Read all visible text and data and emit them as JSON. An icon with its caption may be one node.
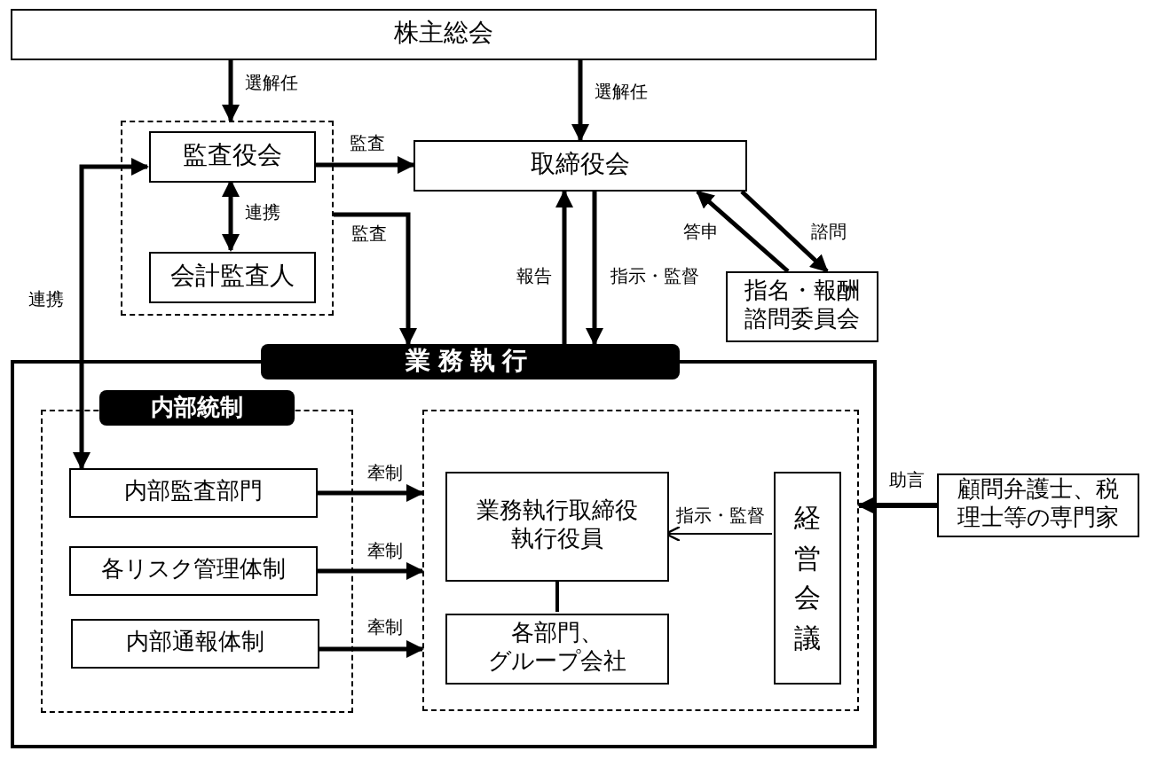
{
  "diagram": {
    "nodes": [
      {
        "text": [
          "株主総会"
        ]
      },
      {
        "text": [],
        "shape": "box"
      },
      {
        "text": [
          "監査役会"
        ],
        "in": 1
      },
      {
        "text": [
          "会計監査人"
        ],
        "in": 1
      },
      {
        "text": [
          "取締役会"
        ]
      },
      {
        "text": [
          "指名・報酬諮問委員会"
        ]
      },
      {
        "text": [
          "業務執行"
        ]
      },
      {
        "text": [
          "内部統制"
        ],
        "in": 6
      },
      {
        "text": [
          "内部監査部門"
        ],
        "in": 7
      },
      {
        "text": [
          "各リスク管理体制"
        ],
        "in": 7
      },
      {
        "text": [
          "内部通報体制"
        ],
        "in": 7
      },
      {
        "text": [],
        "shape": "box",
        "in": 6
      },
      {
        "text": [
          "業務執行取締役執行役員"
        ],
        "in": 11
      },
      {
        "text": [
          "各部門、グループ会社"
        ],
        "in": 11
      },
      {
        "text": [
          "経営会議"
        ],
        "in": 11
      },
      {
        "text": [
          "顧問弁護士、税理士等の専門家"
        ]
      }
    ],
    "edges": [
      {
        "from": 0,
        "to": 1,
        "arrow": "to",
        "label": "選解任"
      },
      {
        "from": 0,
        "to": 4,
        "arrow": "to",
        "label": "選解任"
      },
      {
        "from": 2,
        "to": 4,
        "arrow": "to",
        "label": "監査"
      },
      {
        "from": 2,
        "to": 3,
        "arrow": "both",
        "label": "連携"
      },
      {
        "from": 1,
        "to": 6,
        "arrow": "to",
        "label": "監査"
      },
      {
        "from": 6,
        "to": 4,
        "arrow": "to",
        "label": "報告"
      },
      {
        "from": 4,
        "to": 6,
        "arrow": "to",
        "label": "指示・監督"
      },
      {
        "from": 5,
        "to": 4,
        "arrow": "to",
        "label": "答申"
      },
      {
        "from": 4,
        "to": 5,
        "arrow": "to",
        "label": "諮問"
      },
      {
        "from": 2,
        "to": 8,
        "arrow": "both",
        "label": "連携"
      },
      {
        "from": 8,
        "to": 11,
        "arrow": "to",
        "label": "牽制"
      },
      {
        "from": 9,
        "to": 11,
        "arrow": "to",
        "label": "牽制"
      },
      {
        "from": 10,
        "to": 11,
        "arrow": "to",
        "label": "牽制"
      },
      {
        "from": 14,
        "to": 12,
        "arrow": "to",
        "label": "指示・監督"
      },
      {
        "from": 12,
        "to": 13,
        "arrow": "none"
      },
      {
        "from": 15,
        "to": 11,
        "arrow": "to",
        "label": "助言"
      }
    ]
  }
}
